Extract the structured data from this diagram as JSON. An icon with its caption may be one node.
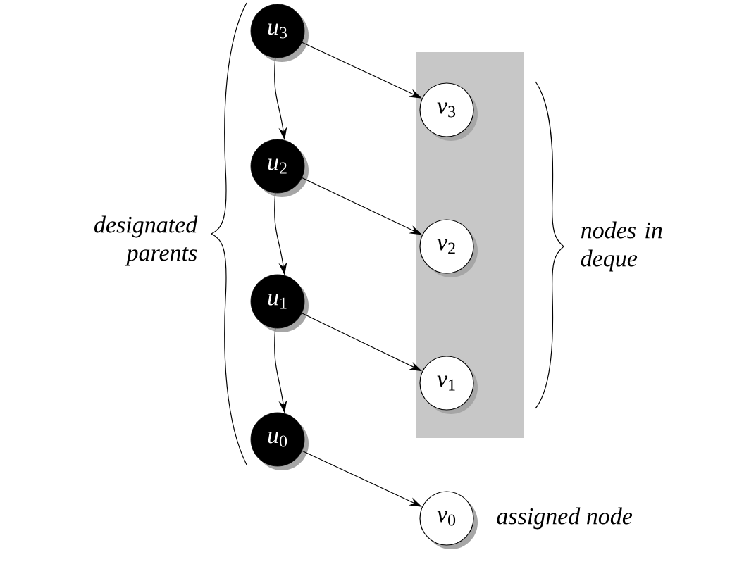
{
  "diagram": {
    "nodes": [
      {
        "text": [
          "*u*$_{3}$"
        ]
      },
      {
        "text": [
          "*u*$_{2}$"
        ]
      },
      {
        "text": [
          "*u*$_{1}$"
        ]
      },
      {
        "text": [
          "*u*$_{0}$"
        ]
      },
      {
        "text": [],
        "shape": "box"
      },
      {
        "text": [
          "*v*$_{3}$"
        ],
        "in": 4
      },
      {
        "text": [
          "*v*$_{2}$"
        ],
        "in": 4
      },
      {
        "text": [
          "*v*$_{1}$"
        ],
        "in": 4
      },
      {
        "text": [
          "*v*$_{0}$"
        ],
        "beside": [
          "assigned node"
        ]
      }
    ],
    "edges": [
      {
        "from": 0,
        "to": 5,
        "arrow": "to"
      },
      {
        "from": 0,
        "to": 1,
        "arrow": "to"
      },
      {
        "from": 1,
        "to": 6,
        "arrow": "to"
      },
      {
        "from": 1,
        "to": 2,
        "arrow": "to"
      },
      {
        "from": 2,
        "to": 7,
        "arrow": "to"
      },
      {
        "from": 2,
        "to": 3,
        "arrow": "to"
      },
      {
        "from": 3,
        "to": 8,
        "arrow": "to"
      }
    ],
    "labels": [
      "designated parents",
      "nodes in deque"
    ]
  }
}
